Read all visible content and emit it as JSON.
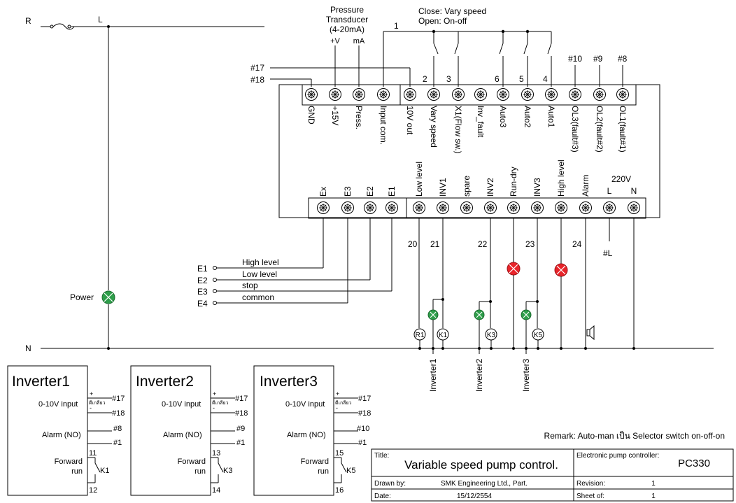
{
  "lines": {
    "r": "R",
    "l": "L",
    "n": "N"
  },
  "power_label": "Power",
  "transducer": {
    "title1": "Pressure",
    "title2": "Transducer",
    "title3": "(4-20mA)",
    "plus_v": "+V",
    "ma": "mA"
  },
  "switch_note": {
    "line1": "Close: Vary speed",
    "line2": "Open: On-off"
  },
  "wire_numbers": {
    "w1": "1",
    "w2": "2",
    "w3": "3",
    "w6": "6",
    "w5": "5",
    "w4": "4",
    "w10": "#10",
    "w9": "#9",
    "w8": "#8",
    "w17": "#17",
    "w18": "#18",
    "w20": "20",
    "w21": "21",
    "w22": "22",
    "w23": "23",
    "w24": "24",
    "wl": "#L"
  },
  "top_terminals": [
    "GND",
    "+15V",
    "Press.",
    "Input com.",
    "10V out",
    "Vary speed",
    "X1(Flow sw.)",
    "Inv_fault",
    "Auto3",
    "Auto2",
    "Auto1",
    "OL3(fault#3)",
    "OL2(fault#2)",
    "OL1(fault#1)"
  ],
  "bottom_terminals": [
    "Ex",
    "E3",
    "E2",
    "E1",
    "Low level",
    "INV1",
    "spare",
    "INV2",
    "Run-dry",
    "INV3",
    "High level",
    "Alarm",
    "L",
    "N"
  ],
  "supply_label": "220V",
  "electrodes": [
    {
      "tag": "E1",
      "label": "High level"
    },
    {
      "tag": "E2",
      "label": "Low level"
    },
    {
      "tag": "E3",
      "label": "stop"
    },
    {
      "tag": "E4",
      "label": "common"
    }
  ],
  "relays": [
    "R1",
    "K1",
    "K3",
    "K5"
  ],
  "inverter_drops": [
    "Inverter1",
    "Inverter2",
    "Inverter3"
  ],
  "inverters": [
    {
      "title": "Inverter1",
      "input_label": "0-10V input",
      "plus": "+",
      "minus": "-",
      "twisted": "ตีเกลียว",
      "in_plus": "#17",
      "in_minus": "#18",
      "alarm_label": "Alarm (NO)",
      "alarm_a": "#8",
      "alarm_b": "#1",
      "fwd1": "Forward",
      "fwd2": "run",
      "t_top": "11",
      "t_bot": "12",
      "contact": "K1"
    },
    {
      "title": "Inverter2",
      "input_label": "0-10V input",
      "plus": "+",
      "minus": "-",
      "twisted": "ตีเกลียว",
      "in_plus": "#17",
      "in_minus": "#18",
      "alarm_label": "Alarm (NO)",
      "alarm_a": "#9",
      "alarm_b": "#1",
      "fwd1": "Forward",
      "fwd2": "run",
      "t_top": "13",
      "t_bot": "14",
      "contact": "K3"
    },
    {
      "title": "Inverter3",
      "input_label": "0-10V input",
      "plus": "+",
      "minus": "-",
      "twisted": "ตีเกลียว",
      "in_plus": "#17",
      "in_minus": "#18",
      "alarm_label": "Alarm (NO)",
      "alarm_a": "#10",
      "alarm_b": "#1",
      "fwd1": "Forward",
      "fwd2": "run",
      "t_top": "15",
      "t_bot": "16",
      "contact": "K5"
    }
  ],
  "remark": "Remark: Auto-man เป็น Selector switch on-off-on",
  "title_block": {
    "title_label": "Title:",
    "title": "Variable speed pump control.",
    "controller_label": "Electronic pump controller:",
    "controller": "PC330",
    "drawn_label": "Drawn by:",
    "drawn_by": "SMK Engineering Ltd., Part.",
    "revision_label": "Revision:",
    "revision": "1",
    "date_label": "Date:",
    "date": "15/12/2554",
    "sheet_label": "Sheet of:",
    "sheet": "1"
  }
}
